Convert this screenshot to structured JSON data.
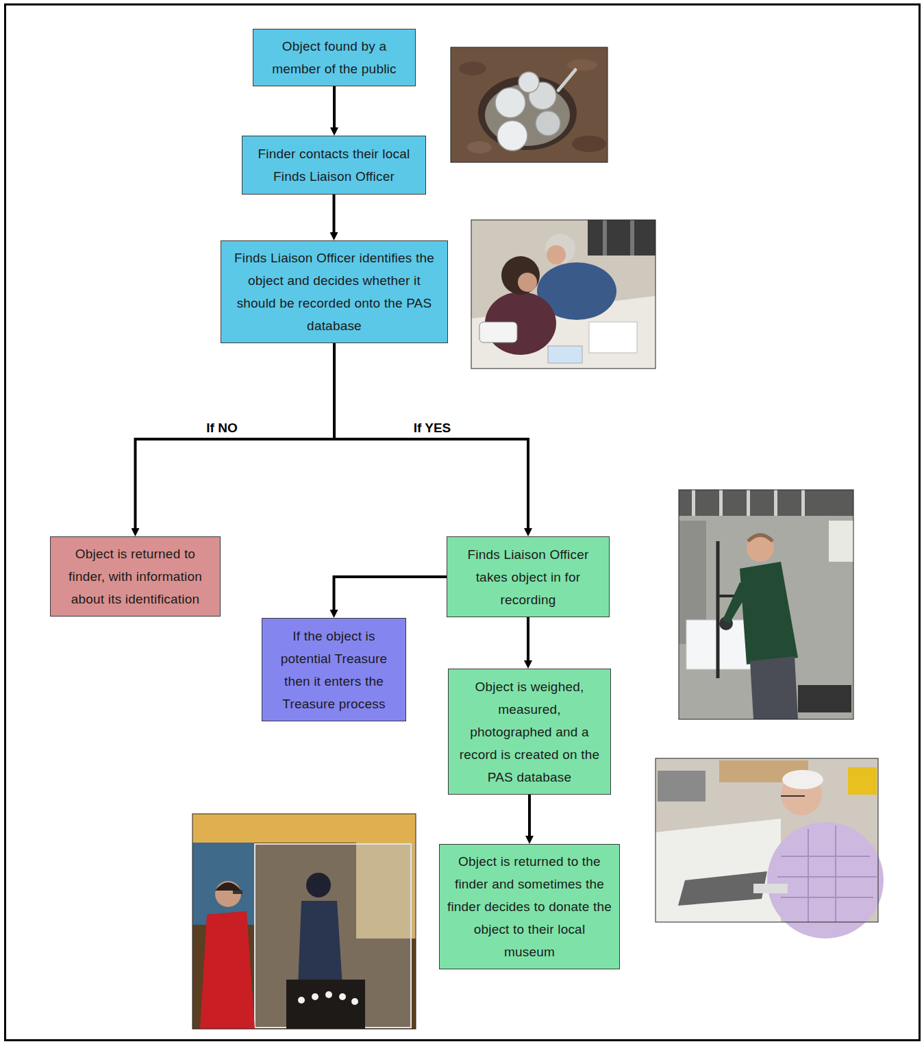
{
  "diagram": {
    "nodes": [
      {
        "text": [
          "Object found by a member of the public"
        ]
      },
      {
        "text": [
          "Finder contacts their local Finds Liaison Officer"
        ]
      },
      {
        "text": [
          "Finds Liaison Officer identifies the object and decides whether it should be recorded onto the PAS database"
        ]
      },
      {
        "text": [
          "Object is returned to finder, with information about its identification"
        ]
      },
      {
        "text": [
          "Finds Liaison Officer takes object in for recording"
        ]
      },
      {
        "text": [
          "If the object is potential Treasure then it enters the Treasure process"
        ]
      },
      {
        "text": [
          "Object is weighed, measured, photographed and a record is created on the PAS database"
        ]
      },
      {
        "text": [
          "Object is returned to the finder and sometimes the finder decides to donate the object to their local museum"
        ]
      }
    ],
    "edges": [
      {
        "from": 0,
        "to": 1,
        "arrow": "to"
      },
      {
        "from": 1,
        "to": 2,
        "arrow": "to"
      },
      {
        "from": 2,
        "to": 3,
        "label": "If NO",
        "arrow": "to"
      },
      {
        "from": 2,
        "to": 4,
        "label": "If YES",
        "arrow": "to"
      },
      {
        "from": 4,
        "to": 5,
        "arrow": "to"
      },
      {
        "from": 4,
        "to": 6,
        "arrow": "to"
      },
      {
        "from": 6,
        "to": 7,
        "arrow": "to"
      }
    ]
  }
}
